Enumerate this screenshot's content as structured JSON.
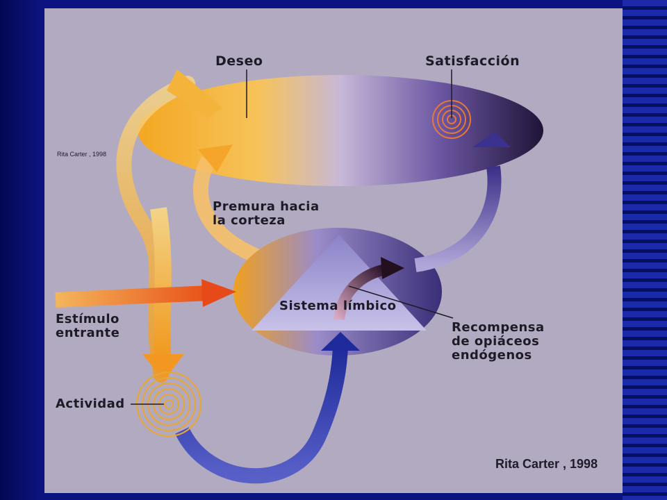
{
  "labels": {
    "deseo": "Deseo",
    "satisfaccion": "Satisfacción",
    "premura": "Premura hacia\nla corteza",
    "sistema": "Sistema límbico",
    "estimulo": "Estímulo\nentrante",
    "recompensa": "Recompensa\nde opiáceos\nendógenos",
    "actividad": "Actividad"
  },
  "credits": {
    "small": "Rita Carter , 1998",
    "large": "Rita Carter , 1998"
  },
  "colors": {
    "slide_blue": "#0b1380",
    "panel": "#b2aac0",
    "warm": "#f0a020",
    "purple": "#3a2b6e",
    "blue_arrow": "#2a2e9a"
  }
}
